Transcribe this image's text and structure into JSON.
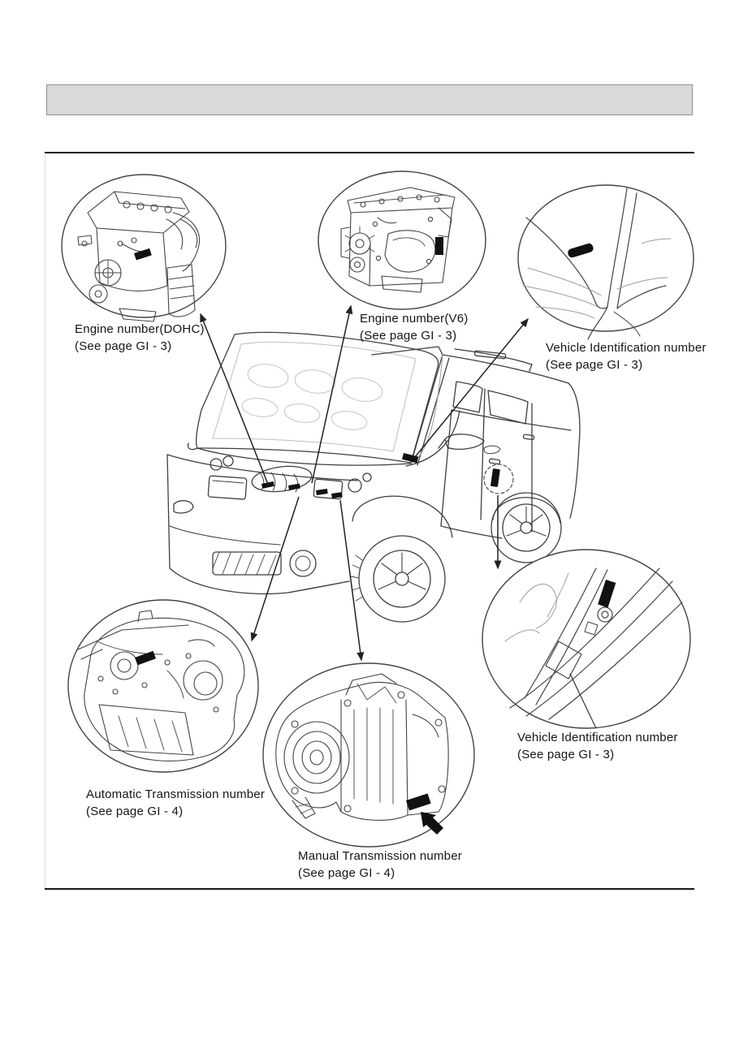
{
  "page": {
    "kind": "service-manual-identification-diagram",
    "header_bar_text": "",
    "colors": {
      "line_art": "#3f3f3f",
      "faint_line": "#a9a9a9",
      "header_fill": "#d9d9d9",
      "header_border": "#8f8f8f",
      "rule": "#1a1a1a",
      "plate_black": "#111111"
    },
    "labels": {
      "engine_dohc": {
        "line1": "Engine number(DOHC)",
        "line2": "(See page GI - 3)"
      },
      "engine_v6": {
        "line1": "Engine number(V6)",
        "line2": "(See page GI - 3)"
      },
      "vin_windshield": {
        "line1": "Vehicle Identification number",
        "line2": "(See page GI - 3)"
      },
      "transmission_auto": {
        "line1": "Automatic Transmission number",
        "line2": "(See page GI - 4)"
      },
      "transmission_manual": {
        "line1": "Manual Transmission number",
        "line2": "(See page GI - 4)"
      },
      "vin_doorsill": {
        "line1": "Vehicle Identification number",
        "line2": "(See page GI - 3)"
      }
    }
  }
}
